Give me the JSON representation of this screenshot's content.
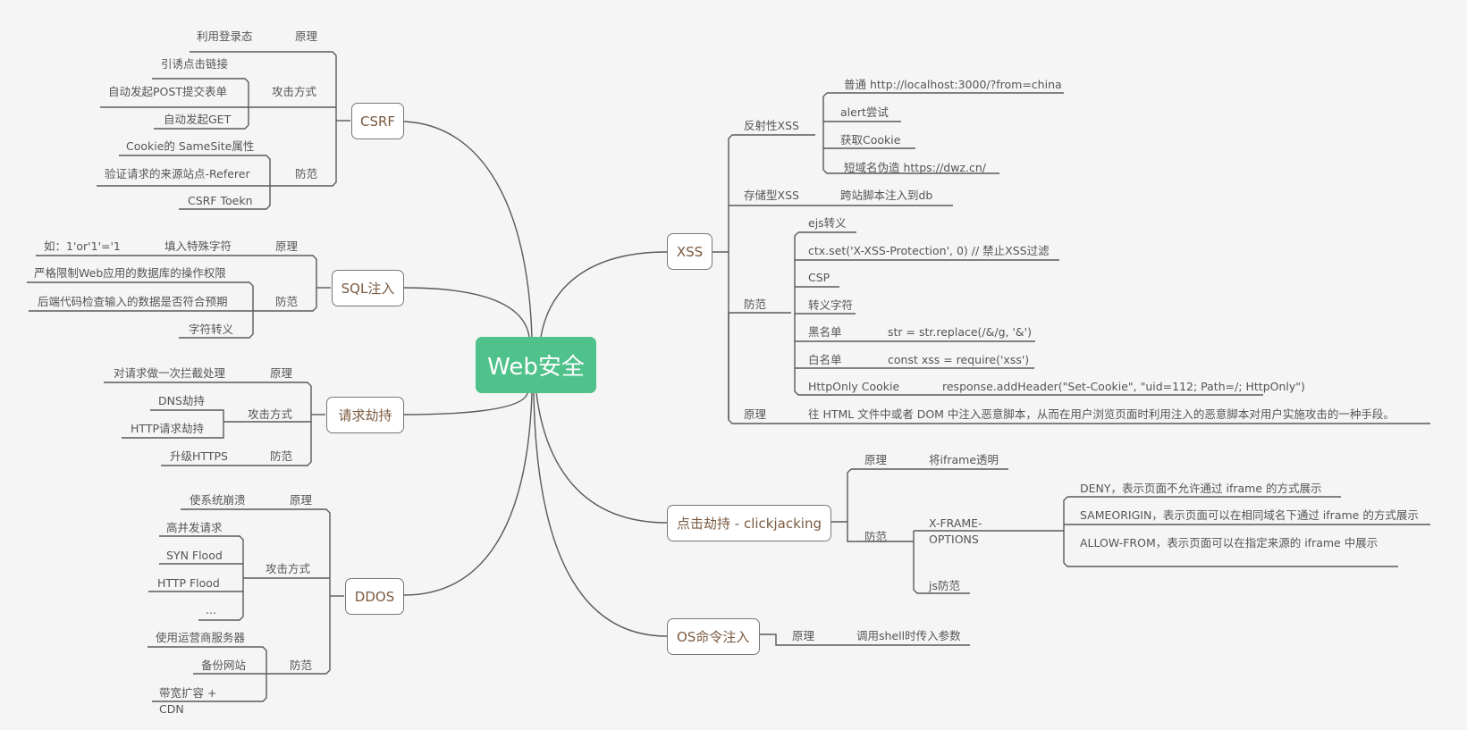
{
  "root": {
    "label": "Web安全"
  },
  "colors": {
    "root_fill": "#4fc18a",
    "branch_text": "#7a5a40",
    "line": "#5a5a5a",
    "background": "#f5f5f5"
  },
  "csrf": {
    "label": "CSRF",
    "principle": {
      "label": "原理",
      "item": "利用登录态"
    },
    "attack": {
      "label": "攻击方式",
      "items": [
        "引诱点击链接",
        "自动发起POST提交表单",
        "自动发起GET"
      ]
    },
    "defense": {
      "label": "防范",
      "items": [
        "Cookie的 SameSite属性",
        "验证请求的来源站点-Referer",
        "CSRF Toekn"
      ]
    }
  },
  "sql": {
    "label": "SQL注入",
    "principle": {
      "label": "原理",
      "item": "填入特殊字符",
      "example": "如：1'or'1'='1"
    },
    "defense": {
      "label": "防范",
      "items": [
        "严格限制Web应用的数据库的操作权限",
        "后端代码检查输入的数据是否符合预期",
        "字符转义"
      ]
    }
  },
  "hijack": {
    "label": "请求劫持",
    "principle": {
      "label": "原理",
      "item": "对请求做一次拦截处理"
    },
    "attack": {
      "label": "攻击方式",
      "items": [
        "DNS劫持",
        "HTTP请求劫持"
      ]
    },
    "defense": {
      "label": "防范",
      "item": "升级HTTPS"
    }
  },
  "ddos": {
    "label": "DDOS",
    "principle": {
      "label": "原理",
      "item": "使系统崩溃"
    },
    "attack": {
      "label": "攻击方式",
      "items": [
        "高并发请求",
        "SYN Flood",
        "HTTP Flood",
        "..."
      ]
    },
    "defense": {
      "label": "防范",
      "items": [
        "使用运营商服务器",
        "备份网站",
        "带宽扩容 + CDN"
      ]
    }
  },
  "xss": {
    "label": "XSS",
    "reflected": {
      "label": "反射性XSS",
      "items": [
        "普通 http://localhost:3000/?from=china",
        "alert尝试",
        "获取Cookie",
        "短域名伪造 https://dwz.cn/"
      ]
    },
    "stored": {
      "label": "存储型XSS",
      "item": "跨站脚本注入到db"
    },
    "defense": {
      "label": "防范",
      "items": [
        {
          "label": "ejs转义"
        },
        {
          "label": "ctx.set('X-XSS-Protection', 0) // 禁止XSS过滤"
        },
        {
          "label": "CSP"
        },
        {
          "label": "转义字符"
        },
        {
          "label": "黑名单",
          "code": "str = str.replace(/&/g, '&')"
        },
        {
          "label": "白名单",
          "code": "const xss = require('xss')"
        },
        {
          "label": "HttpOnly Cookie",
          "code": "response.addHeader(\"Set-Cookie\", \"uid=112; Path=/; HttpOnly\")"
        }
      ]
    },
    "principle": {
      "label": "原理",
      "item": "往 HTML 文件中或者 DOM 中注入恶意脚本，从而在用户浏览页面时利用注入的恶意脚本对用户实施攻击的一种手段。"
    }
  },
  "click": {
    "label": "点击劫持 - clickjacking",
    "principle": {
      "label": "原理",
      "item": "将iframe透明"
    },
    "defense": {
      "label": "防范",
      "xframe": {
        "label": "X-FRAME-OPTIONS",
        "items": [
          "DENY，表示页面不允许通过 iframe 的方式展示",
          "SAMEORIGIN，表示页面可以在相同域名下通过 iframe 的方式展示",
          "ALLOW-FROM，表示页面可以在指定来源的 iframe 中展示",
          ""
        ]
      },
      "js": "js防范"
    }
  },
  "os": {
    "label": "OS命令注入",
    "principle": {
      "label": "原理",
      "item": "调用shell时传入参数"
    }
  }
}
